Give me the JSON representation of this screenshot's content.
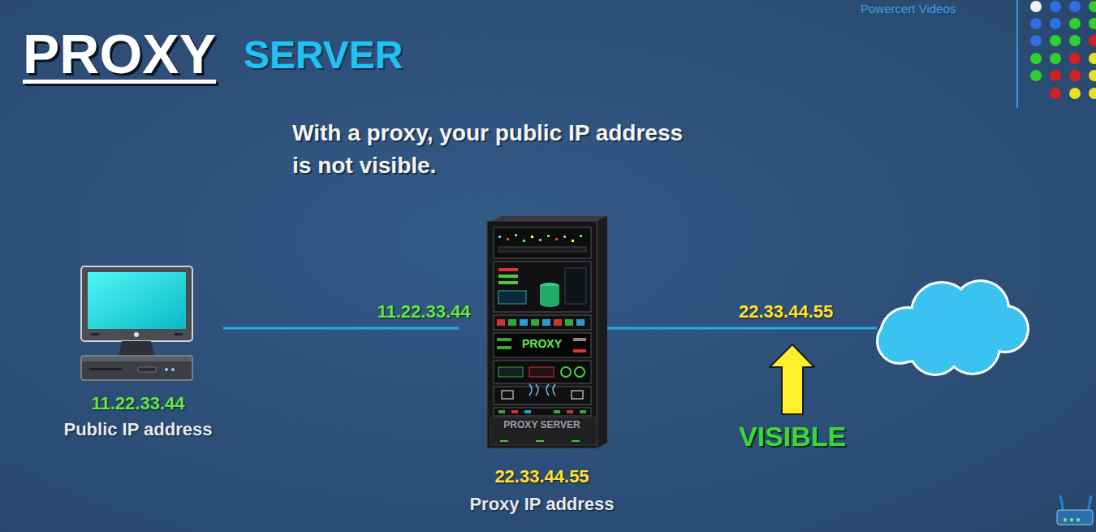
{
  "diagram": {
    "title": "PROXY",
    "nodes": [
      {
        "text": [
          "11.22.33.44",
          "Public IP address"
        ]
      },
      {
        "text": [
          "PROXY",
          "PROXY SERVER",
          "22.33.44.55",
          "Proxy IP address"
        ]
      }
    ],
    "edges": [
      {
        "from": 0,
        "to": 1,
        "arrow": "none",
        "label": "11.22.33.44"
      }
    ],
    "labels": [
      "SERVER",
      "With a proxy, your public IP address is not visible.",
      "22.33.44.55",
      "VISIBLE",
      "Powercert Videos"
    ]
  }
}
